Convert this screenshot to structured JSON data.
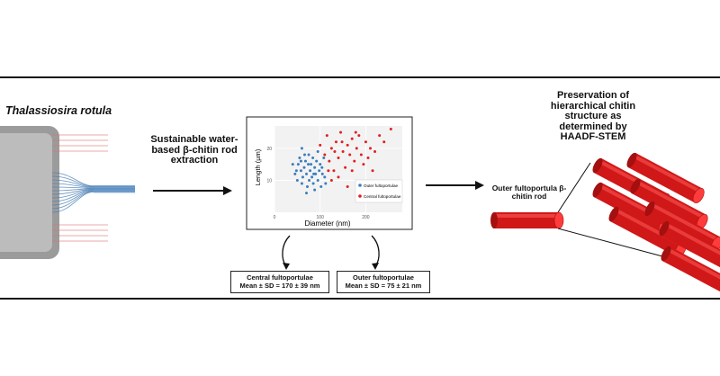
{
  "species": "Thalassiosira rotula",
  "process_label": "Sustainable water-based β-chitin rod extraction",
  "result_label": "Preservation of hierarchical chitin structure as determined by HAADF-STEM",
  "rod_label": "Outer fultoportula β-chitin rod",
  "central_stats": {
    "title": "Central fultoportulae",
    "value": "Mean ± SD = 170 ± 39 nm"
  },
  "outer_stats": {
    "title": "Outer fultoportulae",
    "value": "Mean ± SD = 75 ± 21 nm"
  },
  "colors": {
    "outer": "#3b7dbd",
    "central": "#e02020",
    "rod": "#d01818"
  },
  "chart_data": {
    "type": "scatter",
    "xlabel": "Diameter (nm)",
    "ylabel": "Length (µm)",
    "x_ticks": [
      0,
      100,
      200
    ],
    "y_ticks": [
      10,
      20
    ],
    "xlim": [
      0,
      280
    ],
    "ylim": [
      0,
      27
    ],
    "legend_position": "right",
    "series": [
      {
        "name": "Outer fultoportulae",
        "color": "#3b7dbd",
        "points": [
          [
            40,
            15
          ],
          [
            45,
            12
          ],
          [
            50,
            10
          ],
          [
            55,
            17
          ],
          [
            58,
            13
          ],
          [
            60,
            9
          ],
          [
            62,
            11
          ],
          [
            65,
            14
          ],
          [
            68,
            16
          ],
          [
            70,
            12
          ],
          [
            72,
            8
          ],
          [
            75,
            18
          ],
          [
            76,
            10
          ],
          [
            78,
            13
          ],
          [
            80,
            15
          ],
          [
            82,
            11
          ],
          [
            84,
            17
          ],
          [
            85,
            9
          ],
          [
            88,
            14
          ],
          [
            90,
            12
          ],
          [
            92,
            16
          ],
          [
            95,
            10
          ],
          [
            98,
            13
          ],
          [
            100,
            15
          ],
          [
            102,
            8
          ],
          [
            105,
            12
          ],
          [
            108,
            17
          ],
          [
            110,
            11
          ],
          [
            60,
            20
          ],
          [
            70,
            6
          ],
          [
            88,
            7
          ],
          [
            95,
            19
          ],
          [
            52,
            15
          ],
          [
            66,
            18
          ],
          [
            74,
            15
          ],
          [
            86,
            12
          ],
          [
            104,
            14
          ],
          [
            112,
            9
          ],
          [
            48,
            13
          ],
          [
            58,
            16
          ]
        ]
      },
      {
        "name": "Central fultoportulae",
        "color": "#e02020",
        "points": [
          [
            100,
            21
          ],
          [
            110,
            18
          ],
          [
            115,
            24
          ],
          [
            120,
            16
          ],
          [
            125,
            20
          ],
          [
            130,
            13
          ],
          [
            135,
            22
          ],
          [
            140,
            17
          ],
          [
            145,
            25
          ],
          [
            150,
            19
          ],
          [
            155,
            14
          ],
          [
            160,
            21
          ],
          [
            165,
            18
          ],
          [
            170,
            23
          ],
          [
            175,
            16
          ],
          [
            180,
            20
          ],
          [
            185,
            24
          ],
          [
            190,
            18
          ],
          [
            195,
            15
          ],
          [
            200,
            22
          ],
          [
            205,
            17
          ],
          [
            210,
            20
          ],
          [
            215,
            13
          ],
          [
            220,
            19
          ],
          [
            230,
            24
          ],
          [
            240,
            22
          ],
          [
            255,
            26
          ],
          [
            140,
            11
          ],
          [
            125,
            10
          ],
          [
            170,
            13
          ],
          [
            160,
            8
          ],
          [
            118,
            13
          ],
          [
            132,
            19
          ],
          [
            148,
            22
          ],
          [
            178,
            25
          ]
        ]
      }
    ]
  }
}
